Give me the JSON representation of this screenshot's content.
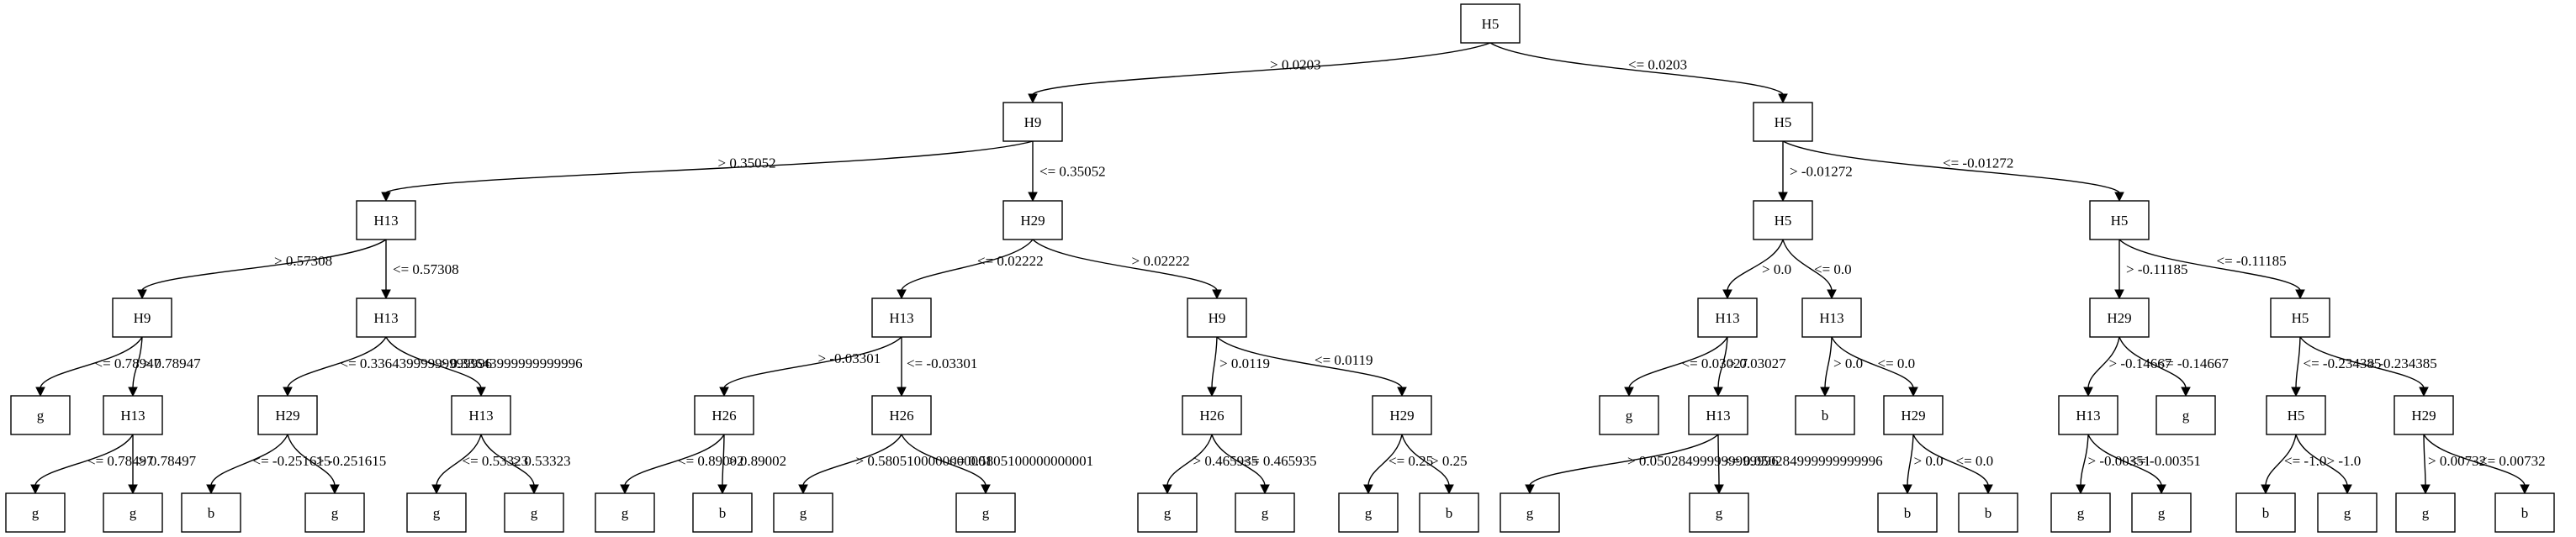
{
  "diagram": {
    "type": "decision-tree",
    "nodes": {
      "n0": "H5",
      "n1": "H9",
      "n2": "H5",
      "n3": "H13",
      "n4": "H29",
      "n5": "H5",
      "n6": "H5",
      "n7": "H9",
      "n8": "H13",
      "n9": "H13",
      "n10": "H9",
      "n11": "H13",
      "n12": "H13",
      "n13": "H29",
      "n14": "H5",
      "n15": "g",
      "n16": "H13",
      "n17": "H29",
      "n18": "H13",
      "n19": "H26",
      "n20": "H26",
      "n21": "H26",
      "n22": "H29",
      "n23": "g",
      "n24": "H13",
      "n25": "b",
      "n26": "H29",
      "n27": "H13",
      "n28": "g",
      "n29": "H5",
      "n30": "H29",
      "n31": "g",
      "n32": "g",
      "n33": "b",
      "n34": "g",
      "n35": "g",
      "n36": "g",
      "n37": "g",
      "n38": "b",
      "n39": "g",
      "n40": "g",
      "n41": "g",
      "n42": "g",
      "n43": "g",
      "n44": "b",
      "n45": "g",
      "n46": "g",
      "n47": "b",
      "n48": "b",
      "n49": "g",
      "n50": "g",
      "n51": "b",
      "n52": "g",
      "n53": "g",
      "n54": "b"
    },
    "edges": [
      {
        "from": "n0",
        "to": "n1",
        "label": "> 0.0203"
      },
      {
        "from": "n0",
        "to": "n2",
        "label": "<= 0.0203"
      },
      {
        "from": "n1",
        "to": "n3",
        "label": "> 0.35052"
      },
      {
        "from": "n1",
        "to": "n4",
        "label": "<= 0.35052"
      },
      {
        "from": "n2",
        "to": "n5",
        "label": "> -0.01272"
      },
      {
        "from": "n2",
        "to": "n6",
        "label": "<= -0.01272"
      },
      {
        "from": "n3",
        "to": "n7",
        "label": "> 0.57308"
      },
      {
        "from": "n3",
        "to": "n8",
        "label": "<= 0.57308"
      },
      {
        "from": "n4",
        "to": "n9",
        "label": "<= 0.02222"
      },
      {
        "from": "n4",
        "to": "n10",
        "label": "> 0.02222"
      },
      {
        "from": "n5",
        "to": "n11",
        "label": "> 0.0"
      },
      {
        "from": "n5",
        "to": "n12",
        "label": "<= 0.0"
      },
      {
        "from": "n6",
        "to": "n13",
        "label": "> -0.11185"
      },
      {
        "from": "n6",
        "to": "n14",
        "label": "<= -0.11185"
      },
      {
        "from": "n7",
        "to": "n15",
        "label": "<= 0.78947"
      },
      {
        "from": "n7",
        "to": "n16",
        "label": "> 0.78947"
      },
      {
        "from": "n8",
        "to": "n17",
        "label": "<= 0.33643999999999996"
      },
      {
        "from": "n8",
        "to": "n18",
        "label": "> 0.33643999999999996"
      },
      {
        "from": "n9",
        "to": "n19",
        "label": "> -0.03301"
      },
      {
        "from": "n9",
        "to": "n20",
        "label": "<= -0.03301"
      },
      {
        "from": "n10",
        "to": "n21",
        "label": "> 0.0119"
      },
      {
        "from": "n10",
        "to": "n22",
        "label": "<= 0.0119"
      },
      {
        "from": "n11",
        "to": "n23",
        "label": "<= 0.03027"
      },
      {
        "from": "n11",
        "to": "n24",
        "label": "> 0.03027"
      },
      {
        "from": "n12",
        "to": "n25",
        "label": "> 0.0"
      },
      {
        "from": "n12",
        "to": "n26",
        "label": "<= 0.0"
      },
      {
        "from": "n13",
        "to": "n27",
        "label": "> -0.14667"
      },
      {
        "from": "n13",
        "to": "n28",
        "label": "<= -0.14667"
      },
      {
        "from": "n14",
        "to": "n29",
        "label": "<= -0.234385"
      },
      {
        "from": "n14",
        "to": "n30",
        "label": "> -0.234385"
      },
      {
        "from": "n16",
        "to": "n31",
        "label": "<= 0.78497"
      },
      {
        "from": "n16",
        "to": "n32",
        "label": "> 0.78497"
      },
      {
        "from": "n17",
        "to": "n33",
        "label": "<= -0.251615"
      },
      {
        "from": "n17",
        "to": "n34",
        "label": "> -0.251615"
      },
      {
        "from": "n18",
        "to": "n35",
        "label": "<= 0.53323"
      },
      {
        "from": "n18",
        "to": "n36",
        "label": "> 0.53323"
      },
      {
        "from": "n19",
        "to": "n37",
        "label": "<= 0.89002"
      },
      {
        "from": "n19",
        "to": "n38",
        "label": "> 0.89002"
      },
      {
        "from": "n20",
        "to": "n39",
        "label": "> 0.5805100000000001"
      },
      {
        "from": "n20",
        "to": "n40",
        "label": "<= 0.5805100000000001"
      },
      {
        "from": "n21",
        "to": "n41",
        "label": "> 0.465935"
      },
      {
        "from": "n21",
        "to": "n42",
        "label": "<= 0.465935"
      },
      {
        "from": "n22",
        "to": "n43",
        "label": "<= 0.25"
      },
      {
        "from": "n22",
        "to": "n44",
        "label": "> 0.25"
      },
      {
        "from": "n24",
        "to": "n45",
        "label": "> 0.050284999999999996"
      },
      {
        "from": "n24",
        "to": "n46",
        "label": "<= 0.050284999999999996"
      },
      {
        "from": "n26",
        "to": "n47",
        "label": "> 0.0"
      },
      {
        "from": "n26",
        "to": "n48",
        "label": "<= 0.0"
      },
      {
        "from": "n27",
        "to": "n49",
        "label": "> -0.00351"
      },
      {
        "from": "n27",
        "to": "n50",
        "label": "<= -0.00351"
      },
      {
        "from": "n29",
        "to": "n51",
        "label": "<= -1.0"
      },
      {
        "from": "n29",
        "to": "n52",
        "label": "> -1.0"
      },
      {
        "from": "n30",
        "to": "n53",
        "label": "> 0.00732"
      },
      {
        "from": "n30",
        "to": "n54",
        "label": "<= 0.00732"
      }
    ]
  }
}
